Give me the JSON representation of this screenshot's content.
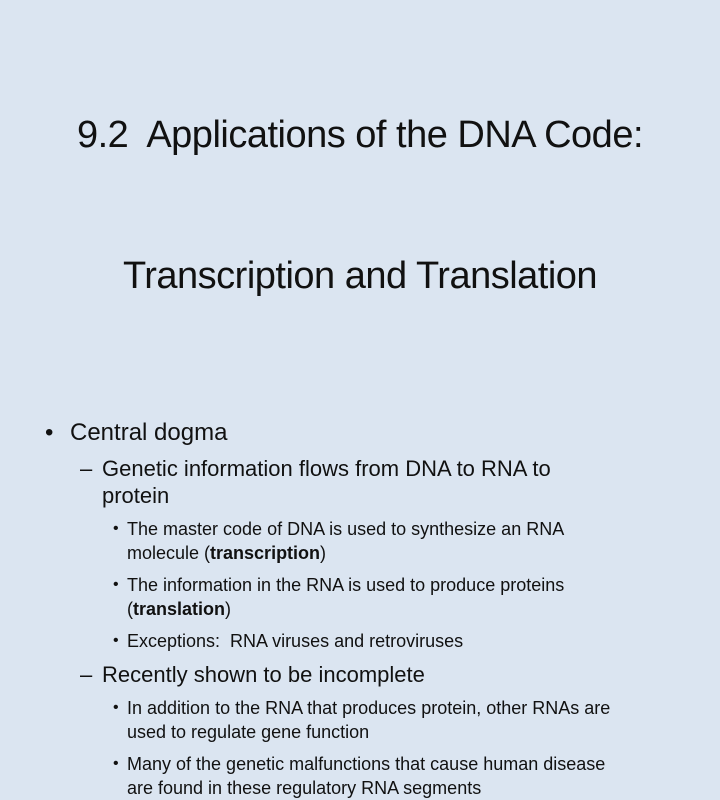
{
  "slide": {
    "background_color": "#dbe5f1",
    "text_color": "#111111",
    "title": {
      "line1": "9.2  Applications of the DNA Code:",
      "line2": "Transcription and Translation"
    },
    "markers": {
      "level1": "•",
      "level2": "–",
      "level3": "•"
    },
    "bullets": {
      "central_dogma": "Central dogma",
      "genetic_info": "Genetic information flows from DNA to RNA to protein",
      "master_code": {
        "pre": "The master code of DNA is used to synthesize an RNA molecule (",
        "bold": "transcription",
        "post": ")"
      },
      "information_rna": {
        "pre": "The information in the RNA is used to produce proteins (",
        "bold": "translation",
        "post": ")"
      },
      "exceptions": "Exceptions:  RNA viruses and retroviruses",
      "recently": "Recently shown to be incomplete",
      "in_addition": "In addition to the RNA that produces protein, other RNAs are used to regulate gene function",
      "many_malfunctions": "Many of the genetic malfunctions that cause human disease are found in these regulatory RNA segments"
    }
  }
}
